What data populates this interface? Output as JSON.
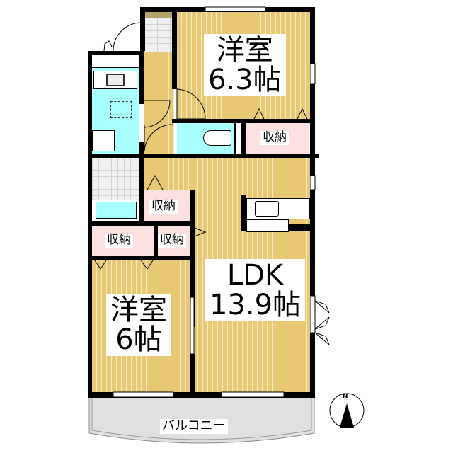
{
  "rooms": {
    "western_room_1": {
      "name": "洋室",
      "size": "6.3帖"
    },
    "western_room_2": {
      "name": "洋室",
      "size": "6帖"
    },
    "ldk": {
      "name": "LDK",
      "size": "13.9帖"
    },
    "storage_labels": [
      "収納",
      "収納",
      "収納",
      "収納"
    ],
    "balcony": "バルコニー"
  },
  "compass": {
    "north_label": "N"
  },
  "colors": {
    "floor": "#e8c872",
    "wet_area": "#aaffff",
    "storage": "#fde0e0",
    "balcony": "#e0e0e0"
  }
}
